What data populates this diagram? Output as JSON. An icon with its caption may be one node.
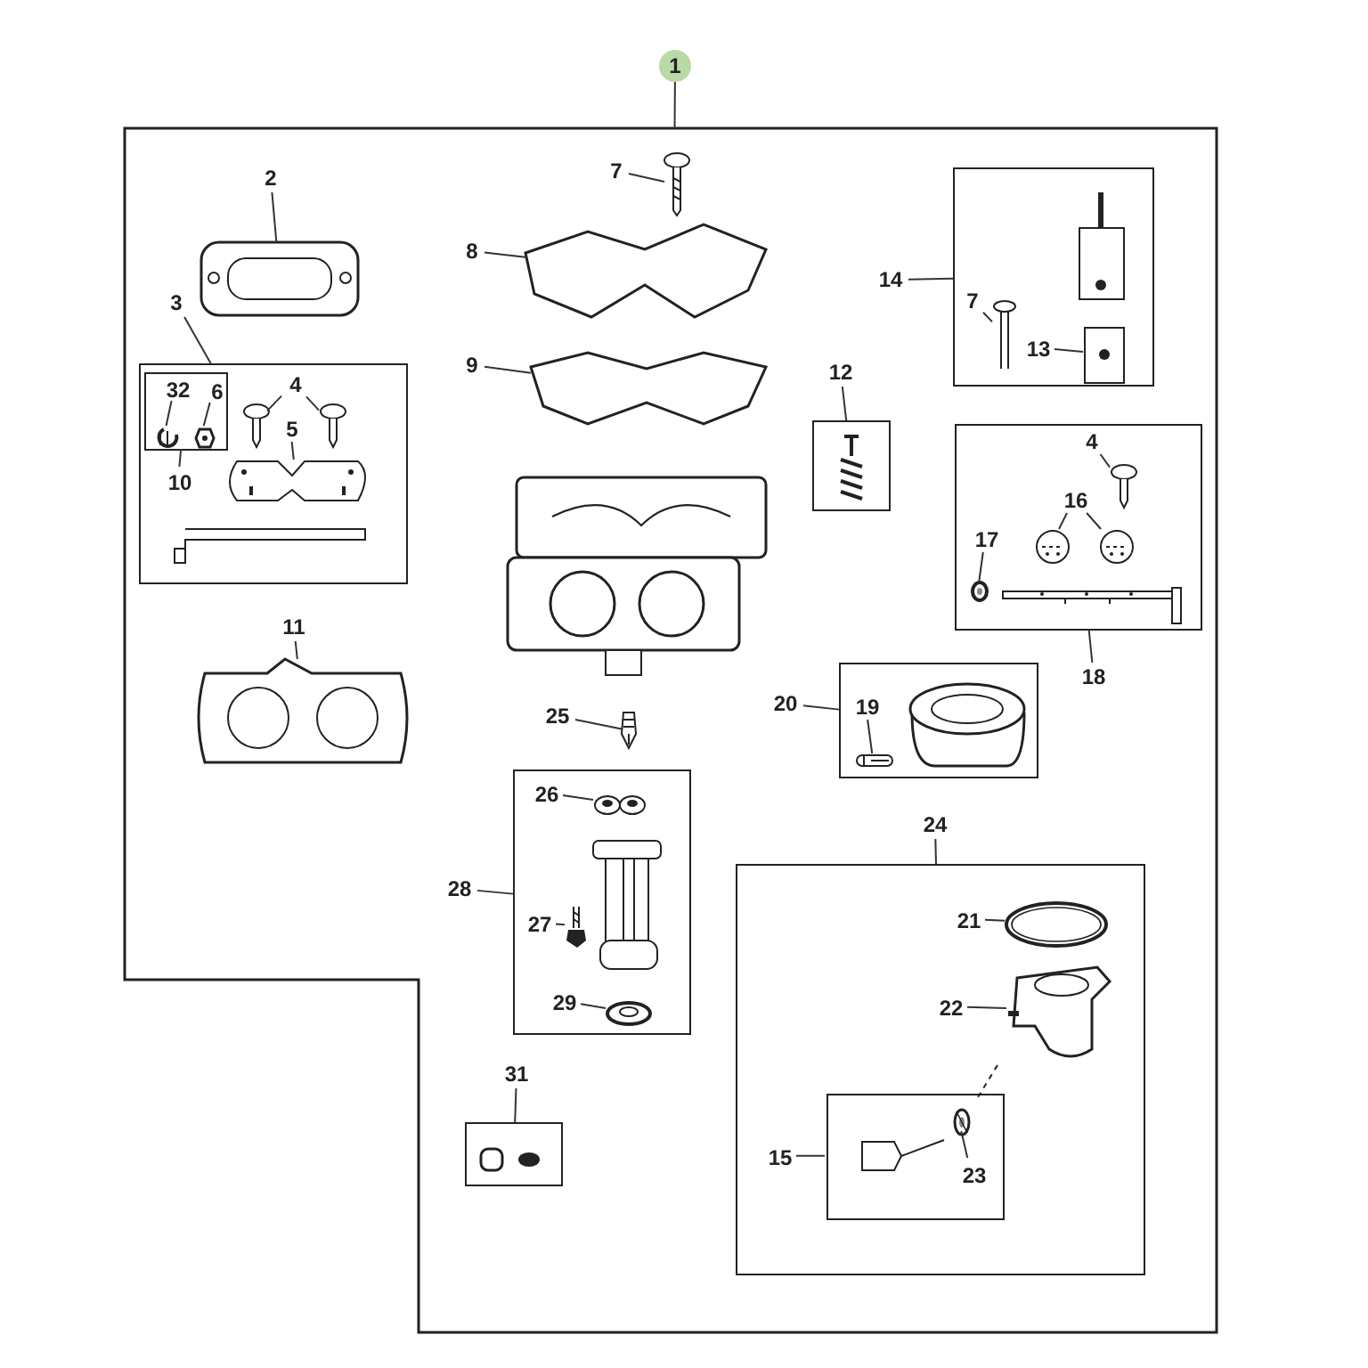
{
  "diagram": {
    "nodes": [
      {
        "text": [
          "1"
        ]
      },
      {
        "text": [],
        "shape": "box"
      },
      {
        "text": [
          "7"
        ],
        "in": 1
      },
      {
        "text": [
          "2"
        ],
        "in": 1
      },
      {
        "text": [
          "8"
        ],
        "in": 1
      },
      {
        "text": [
          "14"
        ],
        "in": 1
      },
      {
        "text": [],
        "shape": "box",
        "in": 1
      },
      {
        "text": [
          "7"
        ],
        "in": 6
      },
      {
        "text": [
          "13"
        ],
        "in": 6
      },
      {
        "text": [
          "3"
        ],
        "in": 1
      },
      {
        "text": [],
        "shape": "box",
        "in": 1
      },
      {
        "text": [],
        "shape": "box",
        "in": 10
      },
      {
        "text": [
          "32"
        ],
        "in": 11
      },
      {
        "text": [
          "6"
        ],
        "in": 11
      },
      {
        "text": [
          "4"
        ],
        "in": 10
      },
      {
        "text": [
          "5"
        ],
        "in": 10
      },
      {
        "text": [
          "10"
        ],
        "in": 10
      },
      {
        "text": [
          "9"
        ],
        "in": 1
      },
      {
        "text": [
          "12"
        ],
        "in": 1
      },
      {
        "text": [],
        "shape": "box",
        "in": 1
      },
      {
        "text": [],
        "shape": "box",
        "in": 1
      },
      {
        "text": [
          "4"
        ],
        "in": 20
      },
      {
        "text": [
          "16"
        ],
        "in": 20
      },
      {
        "text": [
          "17"
        ],
        "in": 20
      },
      {
        "text": [
          "18"
        ],
        "in": 1
      },
      {
        "text": [
          "11"
        ],
        "in": 1
      },
      {
        "text": [
          "20"
        ],
        "in": 1
      },
      {
        "text": [],
        "shape": "box",
        "in": 1
      },
      {
        "text": [
          "19"
        ],
        "in": 27
      },
      {
        "text": [
          "25"
        ],
        "in": 1
      },
      {
        "text": [
          "28"
        ],
        "in": 1
      },
      {
        "text": [],
        "shape": "box",
        "in": 1
      },
      {
        "text": [
          "26"
        ],
        "in": 31
      },
      {
        "text": [
          "27"
        ],
        "in": 31
      },
      {
        "text": [
          "29"
        ],
        "in": 31
      },
      {
        "text": [
          "24"
        ],
        "in": 1
      },
      {
        "text": [],
        "shape": "box",
        "in": 1
      },
      {
        "text": [
          "21"
        ],
        "in": 36
      },
      {
        "text": [
          "22"
        ],
        "in": 36
      },
      {
        "text": [],
        "shape": "box",
        "in": 36
      },
      {
        "text": [
          "15"
        ],
        "in": 36
      },
      {
        "text": [
          "23"
        ],
        "in": 39
      },
      {
        "text": [
          "31"
        ],
        "in": 1
      },
      {
        "text": [],
        "shape": "box",
        "in": 1
      },
      {
        "text": [],
        "shape": "picture",
        "in": 1
      },
      {
        "text": [],
        "shape": "picture",
        "in": 1
      },
      {
        "text": [],
        "shape": "picture",
        "in": 1
      },
      {
        "text": [],
        "shape": "picture",
        "in": 6
      },
      {
        "text": [],
        "shape": "picture",
        "in": 6
      },
      {
        "text": [],
        "shape": "picture",
        "in": 11
      },
      {
        "text": [],
        "shape": "picture",
        "in": 11
      },
      {
        "text": [],
        "shape": "picture",
        "in": 10
      },
      {
        "text": [],
        "shape": "picture",
        "in": 10
      },
      {
        "text": [],
        "shape": "picture",
        "in": 10
      },
      {
        "text": [],
        "shape": "picture",
        "in": 1
      },
      {
        "text": [],
        "shape": "picture",
        "in": 20
      },
      {
        "text": [],
        "shape": "picture",
        "in": 20
      },
      {
        "text": [],
        "shape": "picture",
        "in": 20
      },
      {
        "text": [],
        "shape": "picture",
        "in": 20
      },
      {
        "text": [],
        "shape": "picture",
        "in": 1
      },
      {
        "text": [],
        "shape": "picture",
        "in": 27
      },
      {
        "text": [],
        "shape": "picture",
        "in": 1
      },
      {
        "text": [],
        "shape": "picture",
        "in": 31
      },
      {
        "text": [],
        "shape": "picture",
        "in": 31
      },
      {
        "text": [],
        "shape": "picture",
        "in": 31
      },
      {
        "text": [],
        "shape": "picture",
        "in": 36
      },
      {
        "text": [],
        "shape": "picture",
        "in": 36
      },
      {
        "text": [],
        "shape": "picture",
        "in": 39
      }
    ],
    "edges": [
      {
        "from": 0,
        "to": 1,
        "arrow": "none"
      },
      {
        "from": 2,
        "to": 44,
        "arrow": "none"
      },
      {
        "from": 3,
        "to": 45,
        "arrow": "none"
      },
      {
        "from": 4,
        "to": 46,
        "arrow": "none"
      },
      {
        "from": 5,
        "to": 6,
        "arrow": "none"
      },
      {
        "from": 7,
        "to": 47,
        "arrow": "none"
      },
      {
        "from": 8,
        "to": 48,
        "arrow": "none"
      },
      {
        "from": 9,
        "to": 10,
        "arrow": "none"
      },
      {
        "from": 12,
        "to": 49,
        "arrow": "none"
      },
      {
        "from": 13,
        "to": 50,
        "arrow": "none"
      },
      {
        "from": 14,
        "to": 51,
        "arrow": "none"
      },
      {
        "from": 14,
        "to": 52,
        "arrow": "none"
      },
      {
        "from": 15,
        "to": 53,
        "arrow": "none"
      },
      {
        "from": 16,
        "to": 11,
        "arrow": "none"
      },
      {
        "from": 17,
        "to": 54,
        "arrow": "none"
      },
      {
        "from": 18,
        "to": 19,
        "arrow": "none"
      },
      {
        "from": 21,
        "to": 55,
        "arrow": "none"
      },
      {
        "from": 22,
        "to": 56,
        "arrow": "none"
      },
      {
        "from": 22,
        "to": 57,
        "arrow": "none"
      },
      {
        "from": 23,
        "to": 58,
        "arrow": "none"
      },
      {
        "from": 24,
        "to": 20,
        "arrow": "none"
      },
      {
        "from": 25,
        "to": 59,
        "arrow": "none"
      },
      {
        "from": 26,
        "to": 27,
        "arrow": "none"
      },
      {
        "from": 28,
        "to": 60,
        "arrow": "none"
      },
      {
        "from": 29,
        "to": 61,
        "arrow": "none"
      },
      {
        "from": 30,
        "to": 31,
        "arrow": "none"
      },
      {
        "from": 32,
        "to": 62,
        "arrow": "none"
      },
      {
        "from": 33,
        "to": 63,
        "arrow": "none"
      },
      {
        "from": 34,
        "to": 64,
        "arrow": "none"
      },
      {
        "from": 35,
        "to": 36,
        "arrow": "none"
      },
      {
        "from": 37,
        "to": 65,
        "arrow": "none"
      },
      {
        "from": 38,
        "to": 66,
        "arrow": "none"
      },
      {
        "from": 40,
        "to": 39,
        "arrow": "none"
      },
      {
        "from": 41,
        "to": 67,
        "arrow": "none"
      },
      {
        "from": 42,
        "to": 43,
        "arrow": "none"
      }
    ]
  }
}
